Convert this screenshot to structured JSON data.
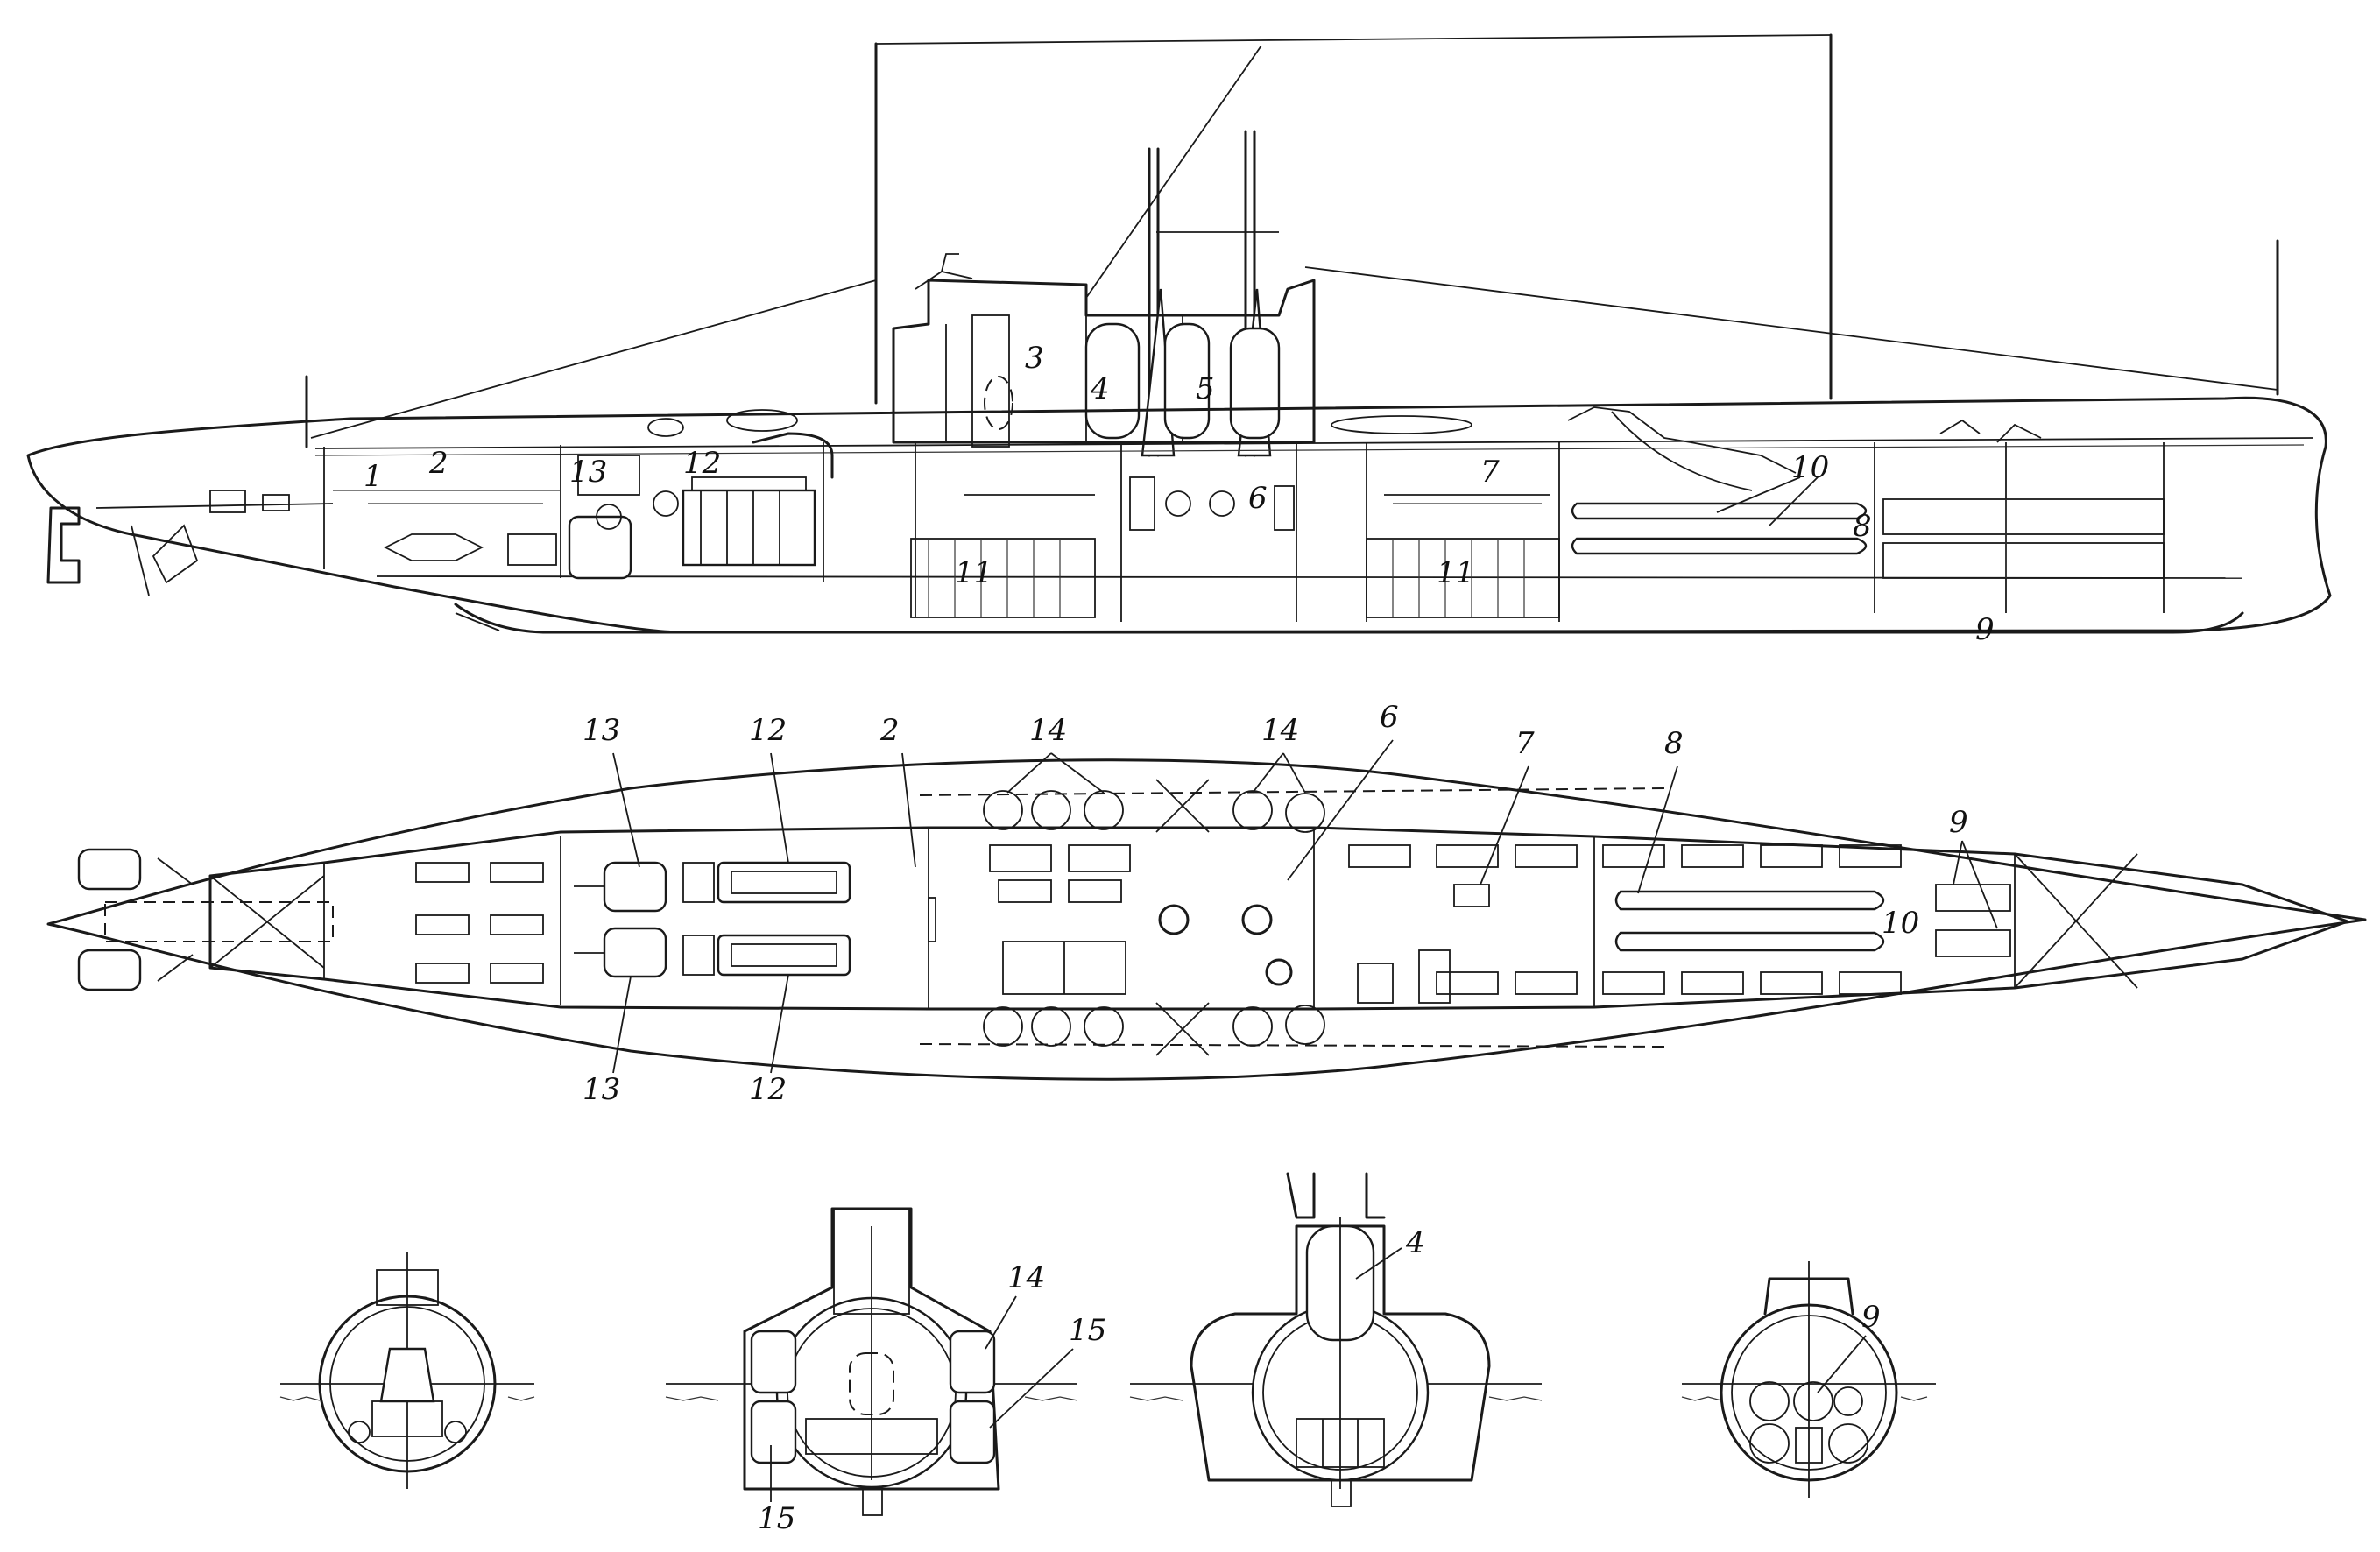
{
  "side_view": {
    "labels": [
      "1",
      "2",
      "3",
      "4",
      "5",
      "6",
      "7",
      "8",
      "9",
      "10",
      "11",
      "11",
      "12",
      "13"
    ]
  },
  "plan_view": {
    "labels": [
      "13",
      "12",
      "2",
      "14",
      "14",
      "6",
      "7",
      "8",
      "9",
      "10",
      "13",
      "12"
    ]
  },
  "sections": {
    "section_b_labels": [
      "14",
      "15",
      "15"
    ],
    "section_c_labels": [
      "4"
    ],
    "section_d_labels": [
      "9"
    ]
  }
}
